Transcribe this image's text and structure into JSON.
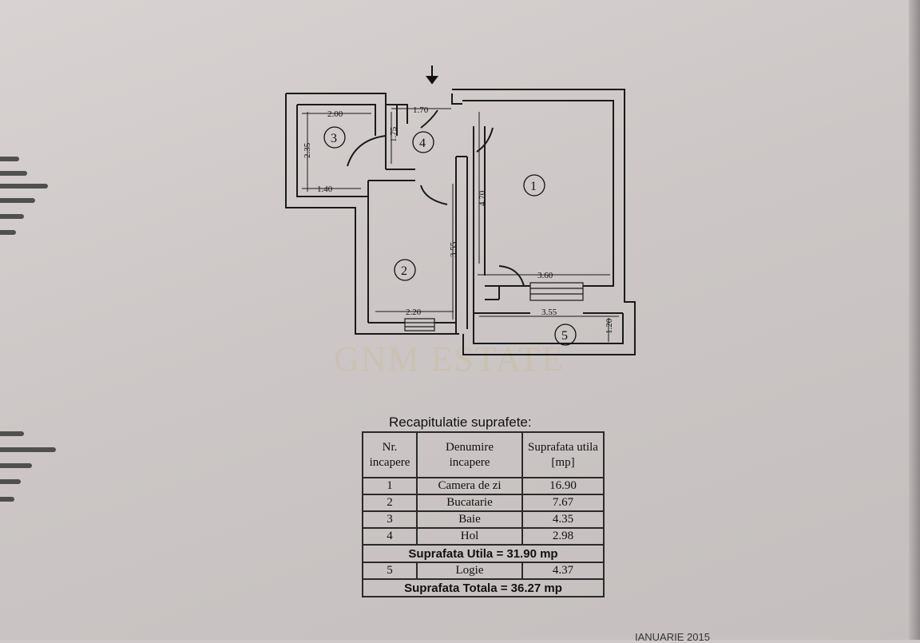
{
  "plan": {
    "entry_arrow": "down-arrow-icon",
    "rooms": [
      {
        "number": "1"
      },
      {
        "number": "2"
      },
      {
        "number": "3"
      },
      {
        "number": "4"
      },
      {
        "number": "5"
      }
    ],
    "dimensions": {
      "bath_width": "2.00",
      "bath_height": "2.35",
      "bath_bottom": "1.40",
      "hall_width": "1.70",
      "hall_height": "1.75",
      "living_height": "4.70",
      "living_width": "3.60",
      "kitchen_height": "3.55",
      "kitchen_width": "2.20",
      "loggia_width": "3.55",
      "loggia_height": "1.20"
    },
    "watermark": "GNM ESTATE"
  },
  "summary": {
    "title": "Recapitulatie suprafete:",
    "headers": {
      "nr_line1": "Nr.",
      "nr_line2": "incapere",
      "name_line1": "Denumire",
      "name_line2": "incapere",
      "area_line1": "Suprafata utila",
      "area_line2": "[mp]"
    },
    "rows": [
      {
        "nr": "1",
        "name": "Camera de zi",
        "area": "16.90"
      },
      {
        "nr": "2",
        "name": "Bucatarie",
        "area": "7.67"
      },
      {
        "nr": "3",
        "name": "Baie",
        "area": "4.35"
      },
      {
        "nr": "4",
        "name": "Hol",
        "area": "2.98"
      }
    ],
    "useful_total": "Suprafata Utila  = 31.90 mp",
    "loggia": {
      "nr": "5",
      "name": "Logie",
      "area": "4.37"
    },
    "grand_total": "Suprafata Totala  = 36.27 mp"
  },
  "footer": {
    "date": "IANUARIE 2015"
  }
}
